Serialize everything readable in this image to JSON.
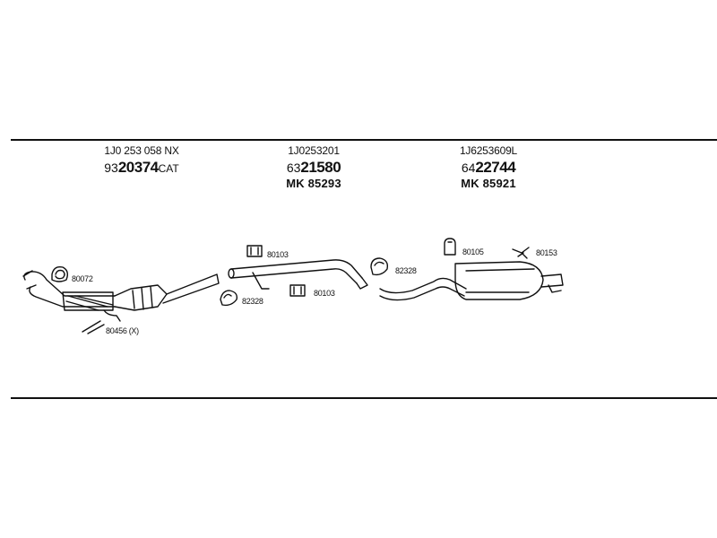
{
  "columns": [
    {
      "oe": "1J0 253 058 NX",
      "prefix": "93",
      "number": "20374",
      "suffix": "CAT",
      "mk": ""
    },
    {
      "oe": "1J0253201",
      "prefix": "63",
      "number": "21580",
      "suffix": "",
      "mk": "MK 85293"
    },
    {
      "oe": "1J6253609L",
      "prefix": "64",
      "number": "22744",
      "suffix": "",
      "mk": "MK 85921"
    }
  ],
  "parts": {
    "p1": "80072",
    "p2": "80456 (X)",
    "p3": "80103",
    "p4": "82328",
    "p5": "80103",
    "p6": "82328",
    "p7": "80105",
    "p8": "80153"
  }
}
